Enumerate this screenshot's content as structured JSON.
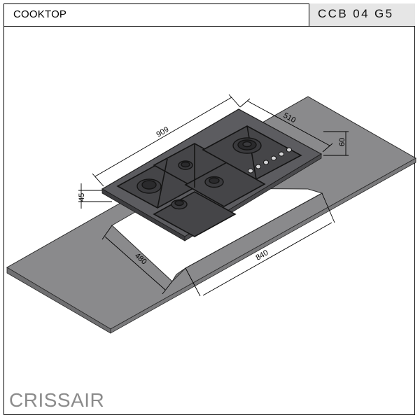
{
  "header": {
    "title": "COOKTOP",
    "model": "CCB 04 G5"
  },
  "dimensions": {
    "width": "909",
    "depth": "510",
    "height": "60",
    "thickness": "45",
    "cutout_depth": "480",
    "cutout_width": "840"
  },
  "brand": {
    "name_part1": "CRISS",
    "name_part2": "AIR"
  },
  "colors": {
    "countertop": "#8a8a8c",
    "cooktop_glass": "#5c5c60",
    "grate": "#2b2b2d",
    "dimension_line": "#000000"
  }
}
